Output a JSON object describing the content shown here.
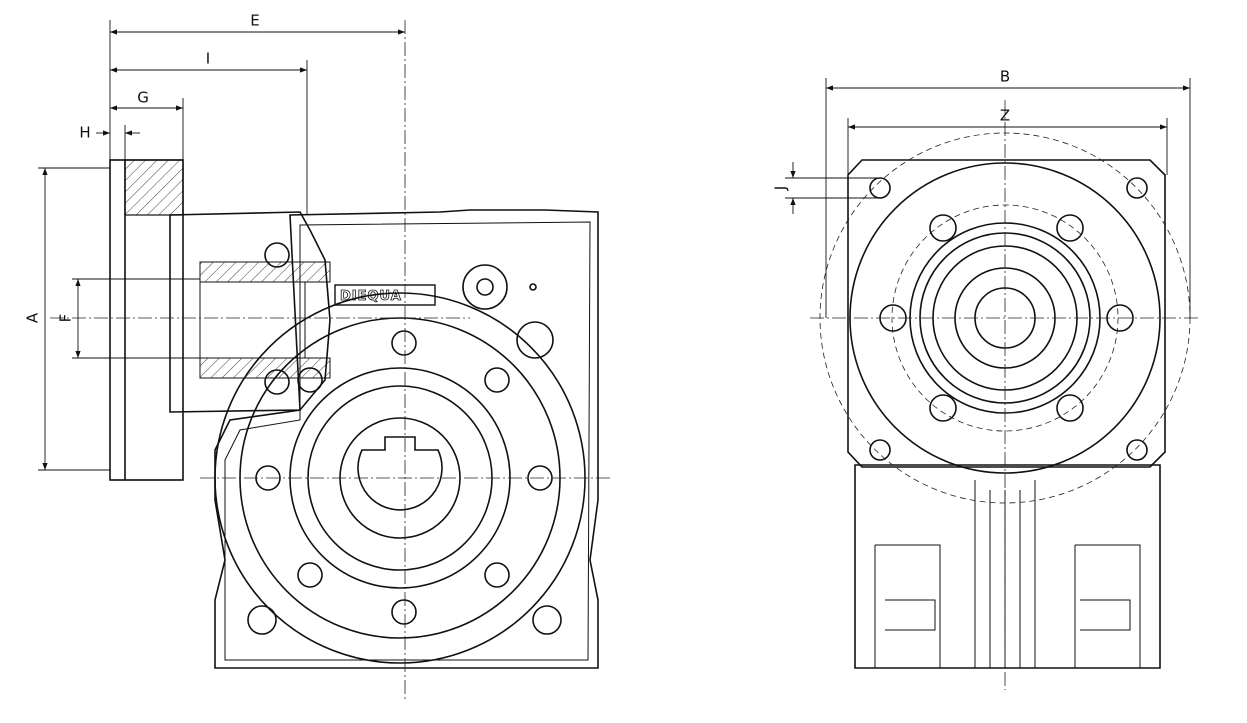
{
  "drawing": {
    "logo_text": "DIEQUA",
    "dimension_labels": {
      "A": "A",
      "B": "B",
      "E": "E",
      "F": "F",
      "G": "G",
      "H": "H",
      "I": "I",
      "J": "J",
      "Z": "Z"
    }
  }
}
